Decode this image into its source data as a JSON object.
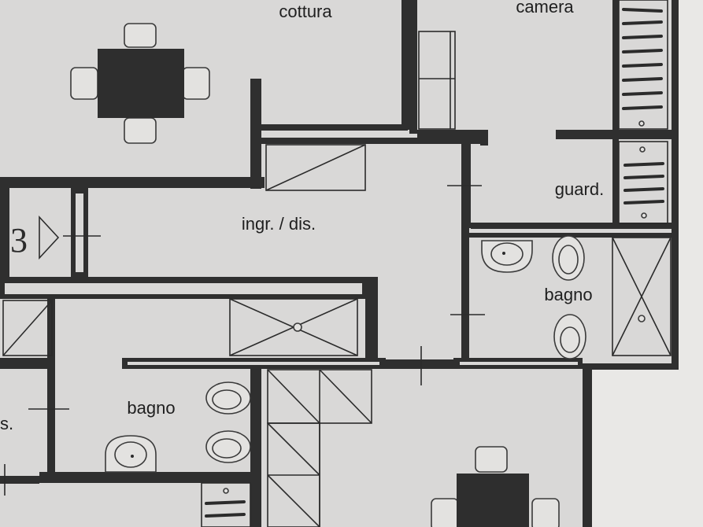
{
  "plan": {
    "background": "#d9d8d7",
    "wall_color": "#2f2f2f",
    "rooms": {
      "cottura": "cottura",
      "camera": "camera",
      "guard": "guard.",
      "ingr_dis": "ingr. / dis.",
      "bagno_right": "bagno",
      "bagno_left": "bagno",
      "cut_label": "s."
    },
    "unit_marker": "3"
  }
}
